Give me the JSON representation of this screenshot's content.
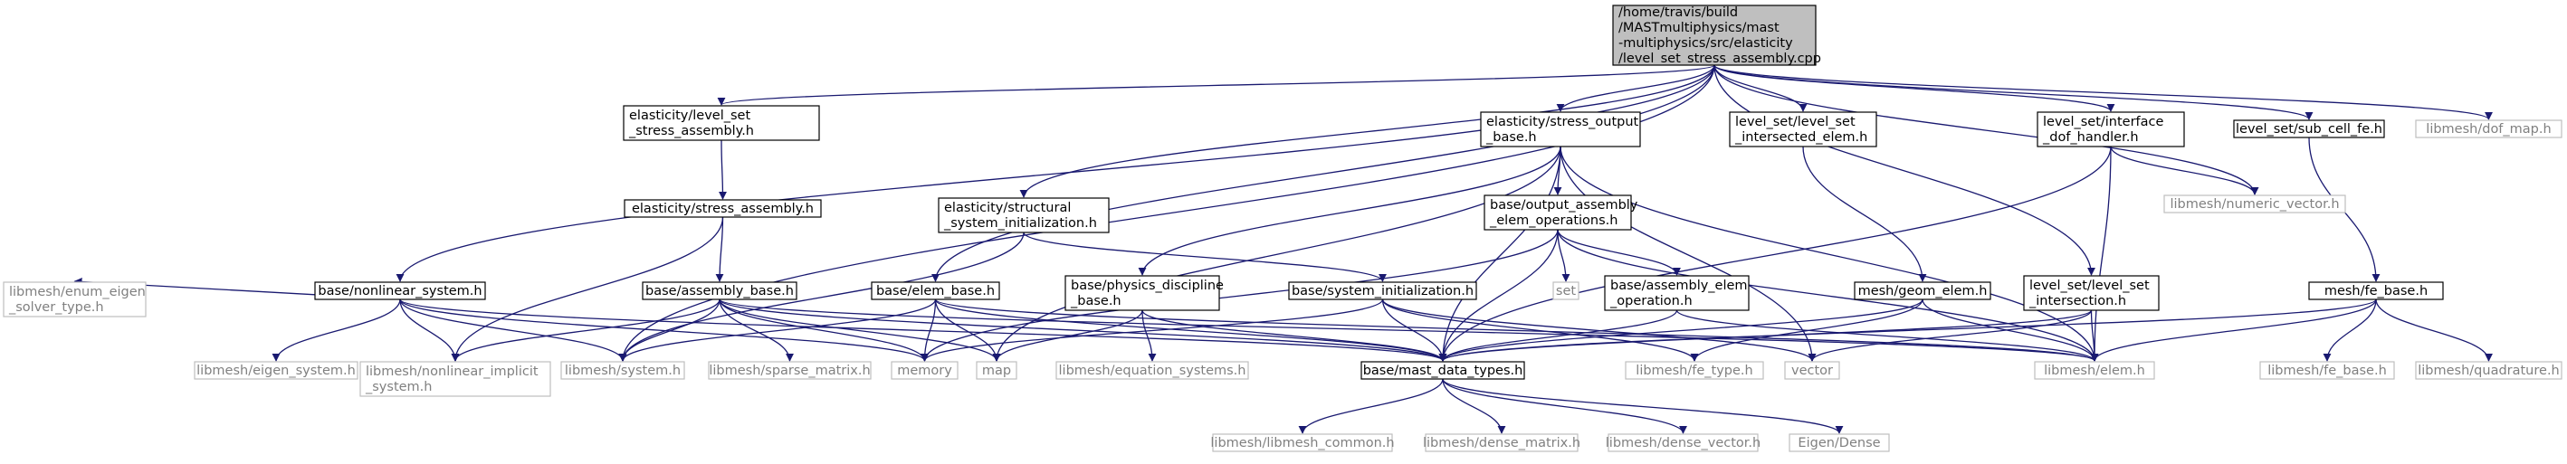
{
  "colors": {
    "edge": "#191970",
    "root_fill": "#bfbfbf",
    "node_border": "#000000",
    "external_border": "#bfbfbf",
    "external_text": "#808080",
    "text": "#000000"
  },
  "nodes": [
    {
      "id": "root",
      "kind": "root",
      "lines": [
        "/home/travis/build",
        "/MASTmultiphysics/mast",
        "-multiphysics/src/elasticity",
        "/level_set_stress_assembly.cpp"
      ]
    },
    {
      "id": "nonlinear_system",
      "kind": "internal",
      "lines": [
        "base/nonlinear_system.h"
      ]
    },
    {
      "id": "el_level_set_stress",
      "kind": "internal",
      "lines": [
        "elasticity/level_set",
        "_stress_assembly.h"
      ]
    },
    {
      "id": "el_stress_assembly",
      "kind": "internal",
      "lines": [
        "elasticity/stress_assembly.h"
      ]
    },
    {
      "id": "assembly_base",
      "kind": "internal",
      "lines": [
        "base/assembly_base.h"
      ]
    },
    {
      "id": "el_structural_init",
      "kind": "internal",
      "lines": [
        "elasticity/structural",
        "_system_initialization.h"
      ]
    },
    {
      "id": "elem_base",
      "kind": "internal",
      "lines": [
        "base/elem_base.h"
      ]
    },
    {
      "id": "stress_output_base",
      "kind": "internal",
      "lines": [
        "elasticity/stress_output",
        "_base.h"
      ]
    },
    {
      "id": "physics_discipline",
      "kind": "internal",
      "lines": [
        "base/physics_discipline",
        "_base.h"
      ]
    },
    {
      "id": "system_init",
      "kind": "internal",
      "lines": [
        "base/system_initialization.h"
      ]
    },
    {
      "id": "output_assembly",
      "kind": "internal",
      "lines": [
        "base/output_assembly",
        "_elem_operations.h"
      ]
    },
    {
      "id": "assembly_elem_op",
      "kind": "internal",
      "lines": [
        "base/assembly_elem",
        "_operation.h"
      ]
    },
    {
      "id": "mast_data_types",
      "kind": "internal",
      "lines": [
        "base/mast_data_types.h"
      ]
    },
    {
      "id": "ls_intersected_elem",
      "kind": "internal",
      "lines": [
        "level_set/level_set",
        "_intersected_elem.h"
      ]
    },
    {
      "id": "geom_elem",
      "kind": "internal",
      "lines": [
        "mesh/geom_elem.h"
      ]
    },
    {
      "id": "ls_interface_dof",
      "kind": "internal",
      "lines": [
        "level_set/interface",
        "_dof_handler.h"
      ]
    },
    {
      "id": "ls_intersection",
      "kind": "internal",
      "lines": [
        "level_set/level_set",
        "_intersection.h"
      ]
    },
    {
      "id": "ls_sub_cell_fe",
      "kind": "internal",
      "lines": [
        "level_set/sub_cell_fe.h"
      ]
    },
    {
      "id": "fe_base_mesh",
      "kind": "internal",
      "lines": [
        "mesh/fe_base.h"
      ]
    },
    {
      "id": "lm_dof_map",
      "kind": "external",
      "lines": [
        "libmesh/dof_map.h"
      ]
    },
    {
      "id": "lm_numeric_vector",
      "kind": "external",
      "lines": [
        "libmesh/numeric_vector.h"
      ]
    },
    {
      "id": "set",
      "kind": "external",
      "lines": [
        "set"
      ]
    },
    {
      "id": "lm_enum_eigen",
      "kind": "external",
      "lines": [
        "libmesh/enum_eigen",
        "_solver_type.h"
      ]
    },
    {
      "id": "lm_eigen_system",
      "kind": "external",
      "lines": [
        "libmesh/eigen_system.h"
      ]
    },
    {
      "id": "lm_nonlinear_implicit",
      "kind": "external",
      "lines": [
        "libmesh/nonlinear_implicit",
        "_system.h"
      ]
    },
    {
      "id": "lm_system",
      "kind": "external",
      "lines": [
        "libmesh/system.h"
      ]
    },
    {
      "id": "lm_sparse_matrix",
      "kind": "external",
      "lines": [
        "libmesh/sparse_matrix.h"
      ]
    },
    {
      "id": "memory",
      "kind": "external",
      "lines": [
        "memory"
      ]
    },
    {
      "id": "map",
      "kind": "external",
      "lines": [
        "map"
      ]
    },
    {
      "id": "lm_equation_systems",
      "kind": "external",
      "lines": [
        "libmesh/equation_systems.h"
      ]
    },
    {
      "id": "lm_fe_type",
      "kind": "external",
      "lines": [
        "libmesh/fe_type.h"
      ]
    },
    {
      "id": "vector",
      "kind": "external",
      "lines": [
        "vector"
      ]
    },
    {
      "id": "lm_elem",
      "kind": "external",
      "lines": [
        "libmesh/elem.h"
      ]
    },
    {
      "id": "lm_fe_base",
      "kind": "external",
      "lines": [
        "libmesh/fe_base.h"
      ]
    },
    {
      "id": "lm_quadrature",
      "kind": "external",
      "lines": [
        "libmesh/quadrature.h"
      ]
    },
    {
      "id": "lm_libmesh_common",
      "kind": "external",
      "lines": [
        "libmesh/libmesh_common.h"
      ]
    },
    {
      "id": "lm_dense_matrix",
      "kind": "external",
      "lines": [
        "libmesh/dense_matrix.h"
      ]
    },
    {
      "id": "lm_dense_vector",
      "kind": "external",
      "lines": [
        "libmesh/dense_vector.h"
      ]
    },
    {
      "id": "eigen_dense",
      "kind": "external",
      "lines": [
        "Eigen/Dense"
      ]
    }
  ],
  "edges": [
    [
      "root",
      "nonlinear_system"
    ],
    [
      "root",
      "el_level_set_stress"
    ],
    [
      "root",
      "el_structural_init"
    ],
    [
      "root",
      "elem_base"
    ],
    [
      "root",
      "stress_output_base"
    ],
    [
      "root",
      "ls_intersected_elem"
    ],
    [
      "root",
      "ls_interface_dof"
    ],
    [
      "root",
      "ls_intersection"
    ],
    [
      "root",
      "ls_sub_cell_fe"
    ],
    [
      "root",
      "lm_dof_map"
    ],
    [
      "root",
      "lm_numeric_vector"
    ],
    [
      "root",
      "lm_system"
    ],
    [
      "el_level_set_stress",
      "el_stress_assembly"
    ],
    [
      "el_stress_assembly",
      "assembly_base"
    ],
    [
      "el_stress_assembly",
      "lm_nonlinear_implicit"
    ],
    [
      "assembly_base",
      "lm_nonlinear_implicit"
    ],
    [
      "assembly_base",
      "lm_system"
    ],
    [
      "assembly_base",
      "lm_sparse_matrix"
    ],
    [
      "assembly_base",
      "memory"
    ],
    [
      "assembly_base",
      "map"
    ],
    [
      "assembly_base",
      "mast_data_types"
    ],
    [
      "assembly_base",
      "lm_elem"
    ],
    [
      "nonlinear_system",
      "lm_enum_eigen"
    ],
    [
      "nonlinear_system",
      "lm_eigen_system"
    ],
    [
      "nonlinear_system",
      "lm_nonlinear_implicit"
    ],
    [
      "nonlinear_system",
      "lm_system"
    ],
    [
      "nonlinear_system",
      "memory"
    ],
    [
      "nonlinear_system",
      "mast_data_types"
    ],
    [
      "el_structural_init",
      "system_init"
    ],
    [
      "el_structural_init",
      "lm_system"
    ],
    [
      "elem_base",
      "lm_system"
    ],
    [
      "elem_base",
      "memory"
    ],
    [
      "elem_base",
      "map"
    ],
    [
      "elem_base",
      "mast_data_types"
    ],
    [
      "elem_base",
      "lm_elem"
    ],
    [
      "stress_output_base",
      "output_assembly"
    ],
    [
      "stress_output_base",
      "physics_discipline"
    ],
    [
      "stress_output_base",
      "map"
    ],
    [
      "stress_output_base",
      "vector"
    ],
    [
      "stress_output_base",
      "mast_data_types"
    ],
    [
      "stress_output_base",
      "lm_elem"
    ],
    [
      "physics_discipline",
      "map"
    ],
    [
      "physics_discipline",
      "lm_equation_systems"
    ],
    [
      "physics_discipline",
      "mast_data_types"
    ],
    [
      "system_init",
      "memory"
    ],
    [
      "system_init",
      "mast_data_types"
    ],
    [
      "system_init",
      "lm_fe_type"
    ],
    [
      "system_init",
      "vector"
    ],
    [
      "output_assembly",
      "set"
    ],
    [
      "output_assembly",
      "assembly_elem_op"
    ],
    [
      "output_assembly",
      "memory"
    ],
    [
      "output_assembly",
      "mast_data_types"
    ],
    [
      "output_assembly",
      "lm_elem"
    ],
    [
      "assembly_elem_op",
      "mast_data_types"
    ],
    [
      "assembly_elem_op",
      "lm_elem"
    ],
    [
      "ls_intersected_elem",
      "geom_elem"
    ],
    [
      "geom_elem",
      "mast_data_types"
    ],
    [
      "geom_elem",
      "lm_fe_type"
    ],
    [
      "geom_elem",
      "lm_elem"
    ],
    [
      "ls_interface_dof",
      "lm_numeric_vector"
    ],
    [
      "ls_interface_dof",
      "mast_data_types"
    ],
    [
      "ls_interface_dof",
      "lm_elem"
    ],
    [
      "ls_intersection",
      "mast_data_types"
    ],
    [
      "ls_intersection",
      "lm_elem"
    ],
    [
      "ls_intersection",
      "vector"
    ],
    [
      "ls_sub_cell_fe",
      "fe_base_mesh"
    ],
    [
      "fe_base_mesh",
      "lm_fe_base"
    ],
    [
      "fe_base_mesh",
      "lm_quadrature"
    ],
    [
      "fe_base_mesh",
      "lm_elem"
    ],
    [
      "fe_base_mesh",
      "mast_data_types"
    ],
    [
      "mast_data_types",
      "lm_libmesh_common"
    ],
    [
      "mast_data_types",
      "lm_dense_matrix"
    ],
    [
      "mast_data_types",
      "lm_dense_vector"
    ],
    [
      "mast_data_types",
      "eigen_dense"
    ]
  ]
}
